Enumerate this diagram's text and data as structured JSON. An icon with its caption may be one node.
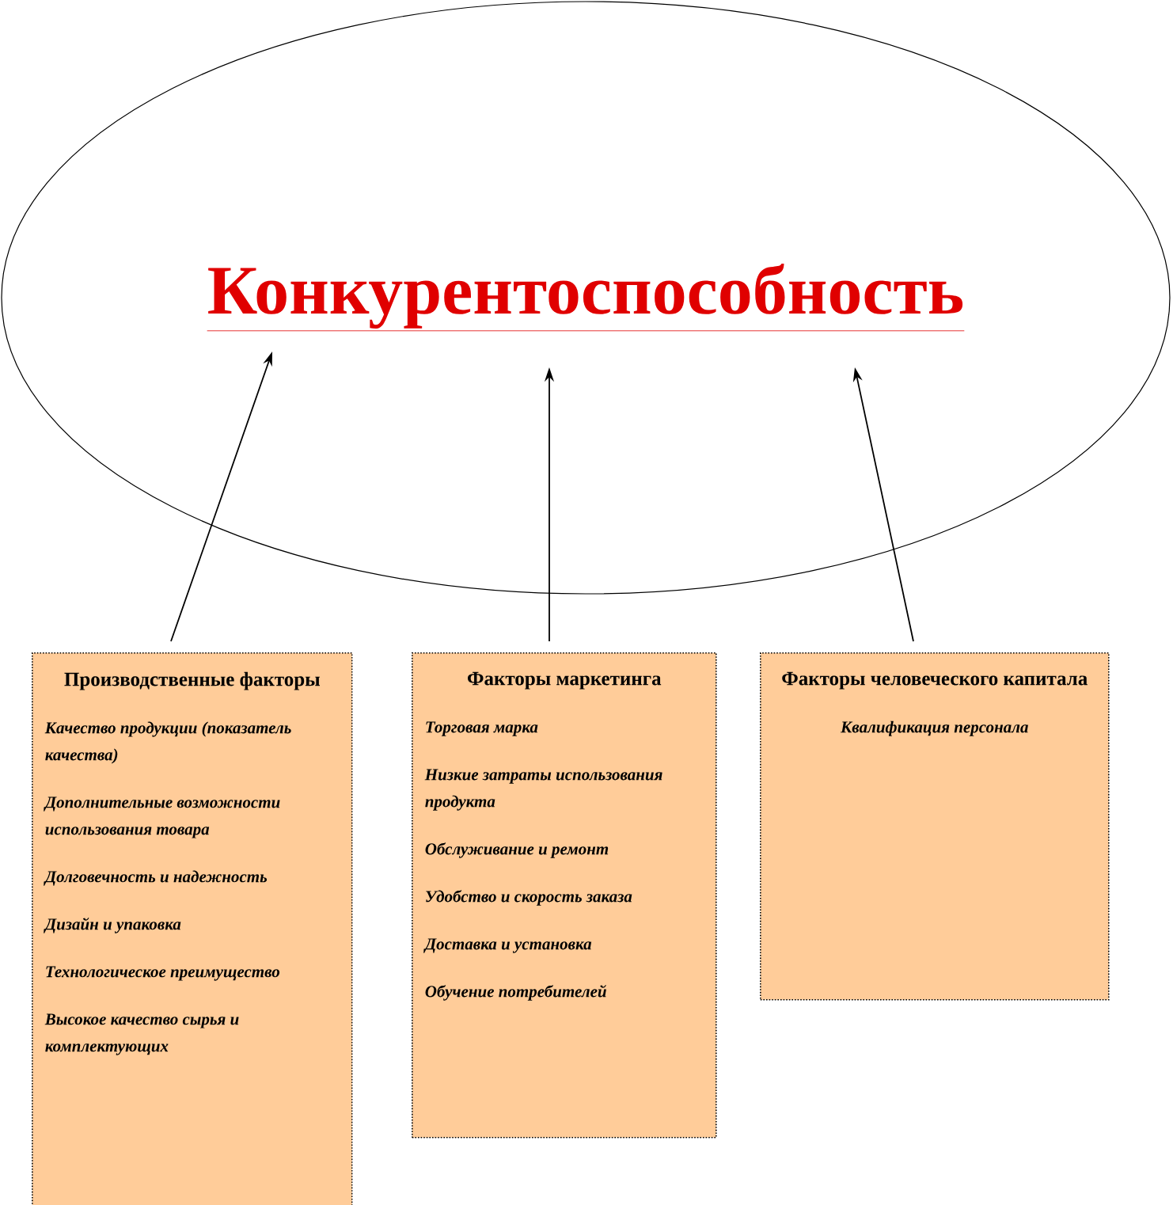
{
  "diagram": {
    "nodes": [
      {
        "text": [
          "Конкурентоспособность"
        ]
      },
      {
        "text": [
          "Производственные факторы",
          "Качество продукции (показатель качества)",
          "Дополнительные возможности использования товара",
          "Долговечность и надежность",
          "Дизайн и упаковка",
          "Технологическое преимущество",
          "Высокое качество сырья и комплектующих"
        ]
      },
      {
        "text": [
          "Факторы маркетинга",
          "Торговая марка",
          "Низкие затраты использования продукта",
          "Обслуживание и ремонт",
          "Удобство и скорость заказа",
          "Доставка и установка",
          "Обучение потребителей"
        ]
      },
      {
        "text": [
          "Факторы человеческого капитала",
          "Квалификация персонала"
        ]
      }
    ],
    "edges": [
      {
        "from": 1,
        "to": 0,
        "arrow": "to"
      },
      {
        "from": 2,
        "to": 0,
        "arrow": "to"
      },
      {
        "from": 3,
        "to": 0,
        "arrow": "to"
      }
    ]
  }
}
